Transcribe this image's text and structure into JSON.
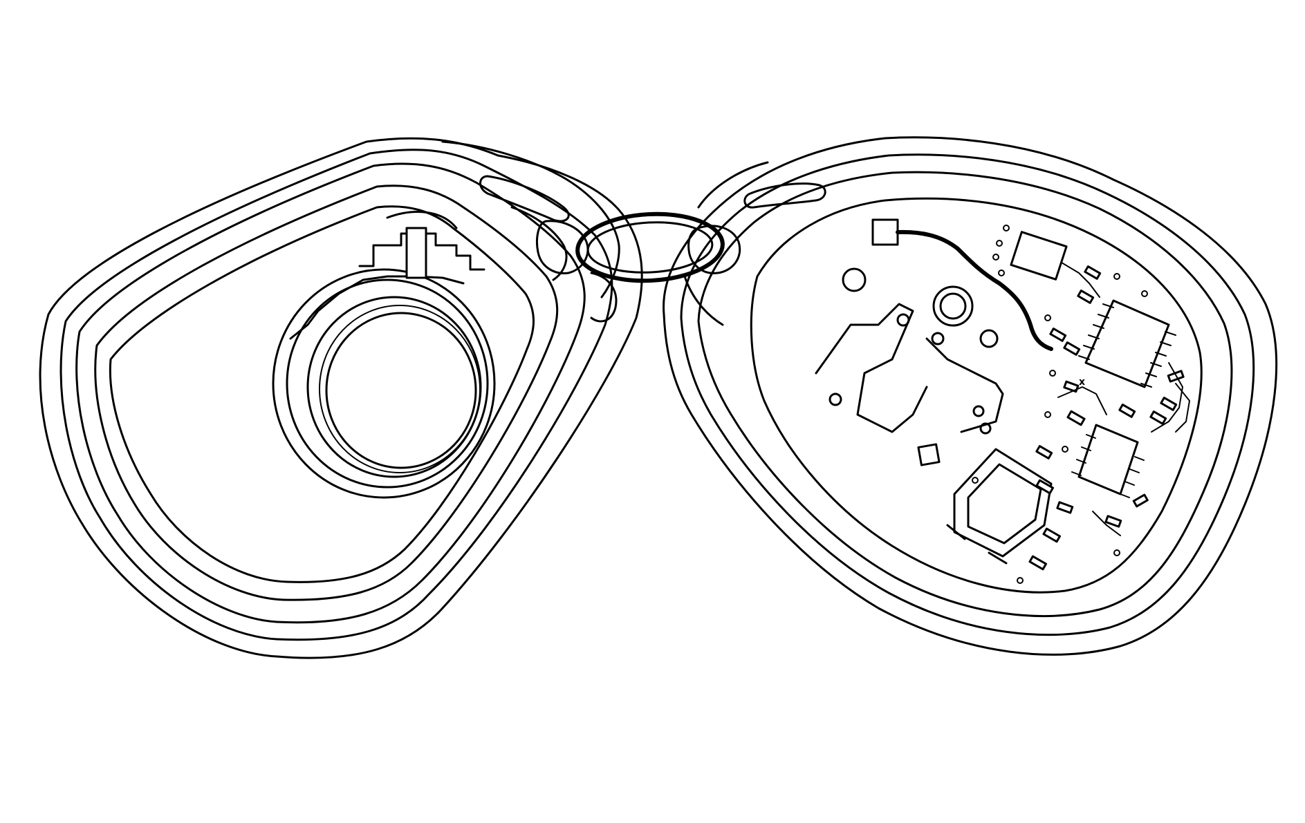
{
  "figure": {
    "colors": {
      "line": "#000000",
      "background": "#ffffff"
    },
    "parts": [
      "left-housing-half",
      "coin-battery",
      "key-ring",
      "right-housing-half",
      "circuit-board"
    ],
    "pcb_marking": "x"
  }
}
